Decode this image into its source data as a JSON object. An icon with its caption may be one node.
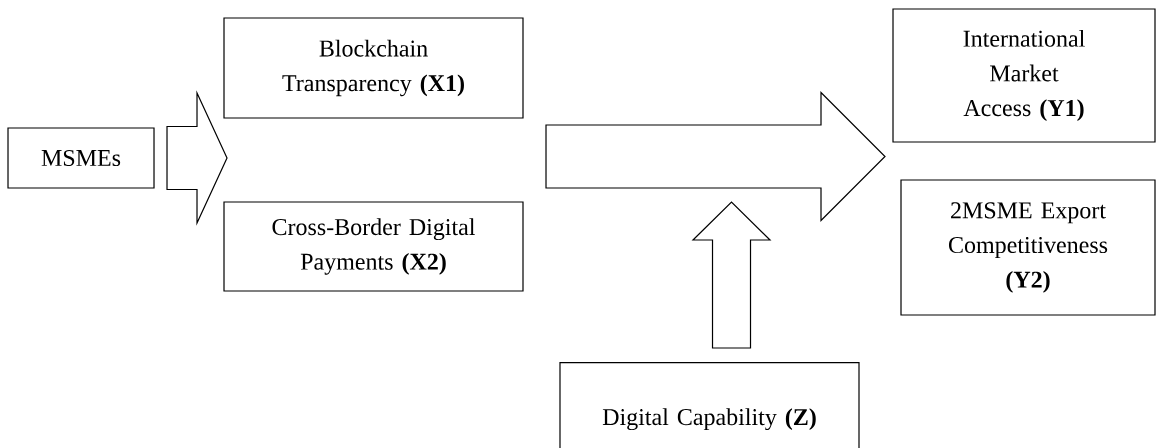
{
  "diagram": {
    "nodes": [
      {
        "text": [
          "MSMEs"
        ]
      },
      {
        "text": [
          "Blockchain Transparency **(X1)**"
        ]
      },
      {
        "text": [
          "Cross-Border Digital Payments **(X2)**"
        ]
      },
      {
        "text": [
          "International Market Access **(Y1)**"
        ]
      },
      {
        "text": [
          "2MSME Export Competitiveness **(Y2)**"
        ]
      },
      {
        "text": [
          "Digital Capability **(Z)**"
        ]
      }
    ],
    "edges": [
      {
        "from": 0,
        "to": 1,
        "arrow": "to"
      },
      {
        "from": 0,
        "to": 2,
        "arrow": "to"
      },
      {
        "from": 1,
        "to": 3,
        "arrow": "to"
      },
      {
        "from": 1,
        "to": 4,
        "arrow": "to"
      },
      {
        "from": 2,
        "to": 3,
        "arrow": "to"
      },
      {
        "from": 2,
        "to": 4,
        "arrow": "to"
      },
      {
        "from": 5,
        "to": null,
        "arrow": "to"
      }
    ]
  }
}
